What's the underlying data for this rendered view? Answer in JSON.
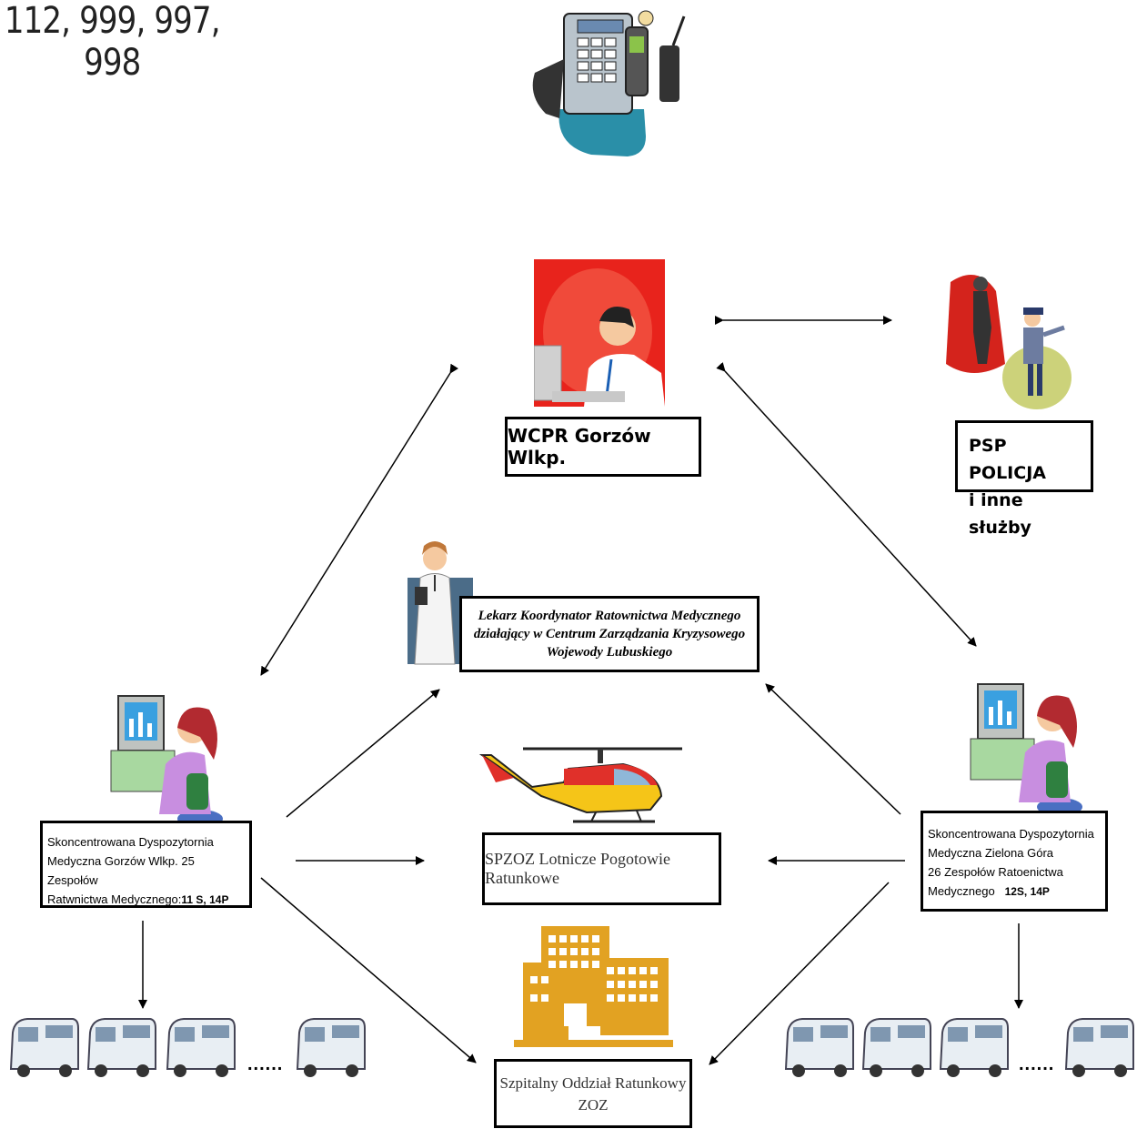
{
  "numbers": "112, 999, 997, 998",
  "wcpr": {
    "label": "WCPR Gorzów Wlkp."
  },
  "psp": {
    "line1": "PSP POLICJA",
    "line2": "i inne służby"
  },
  "lekarz": {
    "line1": "Lekarz Koordynator Ratownictwa Medycznego",
    "line2": "działający w Centrum Zarządzania Kryzysowego",
    "line3": "Wojewody Lubuskiego"
  },
  "gorzow": {
    "line1": "Skoncentrowana Dyspozytornia",
    "line2": "Medyczna Gorzów Wlkp. 25 Zespołów",
    "line3": "Ratwnictwa Medycznego:",
    "teams": "11 S, 14P"
  },
  "zielona": {
    "line1": "Skoncentrowana Dyspozytornia",
    "line2": "Medyczna Zielona Góra",
    "line3": "26 Zespołów Ratoenictwa",
    "line4": "Medycznego",
    "teams": "12S, 14P"
  },
  "spzoz": {
    "label": "SPZOZ Lotnicze Pogotowie Ratunkowe"
  },
  "sor": {
    "line1": "Szpitalny Oddział Ratunkowy",
    "line2": "ZOZ"
  },
  "ambulance_dots": "......",
  "colors": {
    "red_bg": "#e8231c",
    "skin": "#f5c9a0",
    "lavender": "#c88ee0",
    "building": "#e2a222",
    "helicopter_yellow": "#f5c518",
    "helicopter_red": "#e0302a"
  }
}
